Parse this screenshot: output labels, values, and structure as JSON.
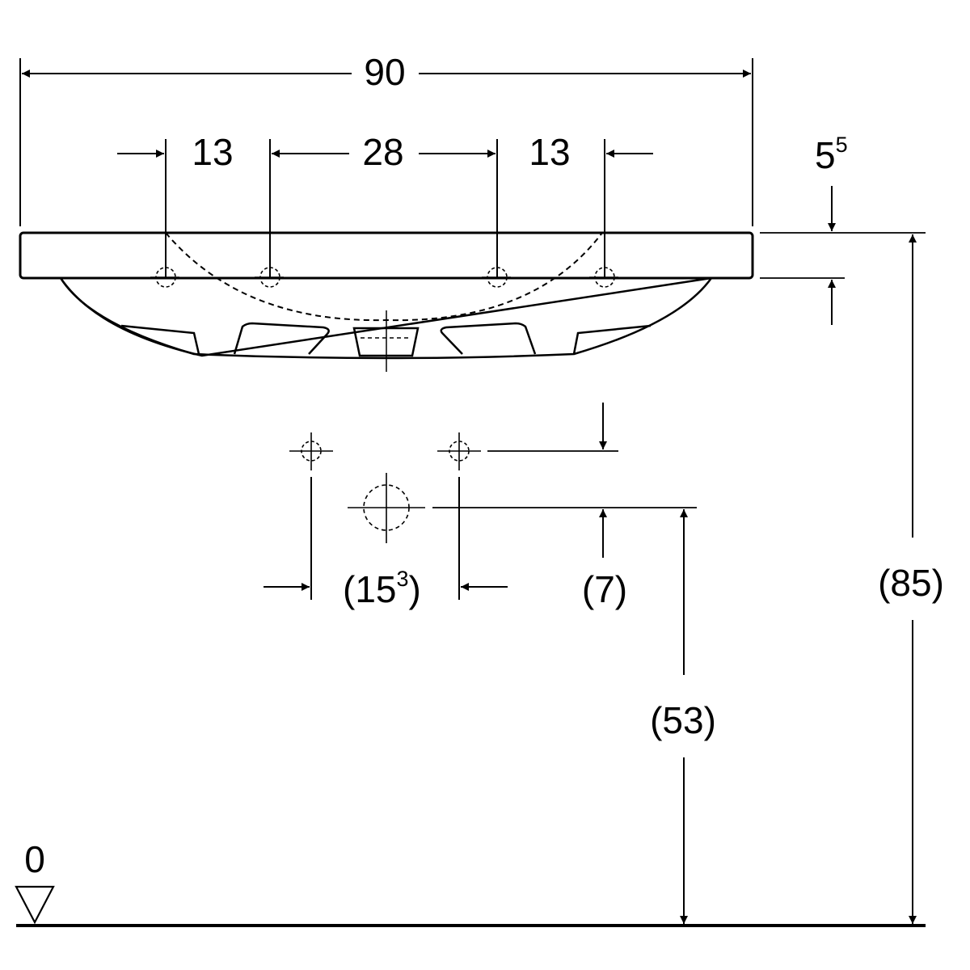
{
  "dimensions": {
    "overall_width": "90",
    "left_tap_offset": "13",
    "tap_spacing": "28",
    "right_tap_offset": "13",
    "rim_thickness": "5",
    "rim_thickness_sup": "5",
    "valve_spacing": "(15",
    "valve_spacing_sup": "3",
    "valve_spacing_close": ")",
    "valve_offset": "(7)",
    "waste_height": "(53)",
    "overall_height": "(85)",
    "floor_level": "0"
  },
  "colors": {
    "ink": "#000000",
    "paper": "#ffffff"
  }
}
